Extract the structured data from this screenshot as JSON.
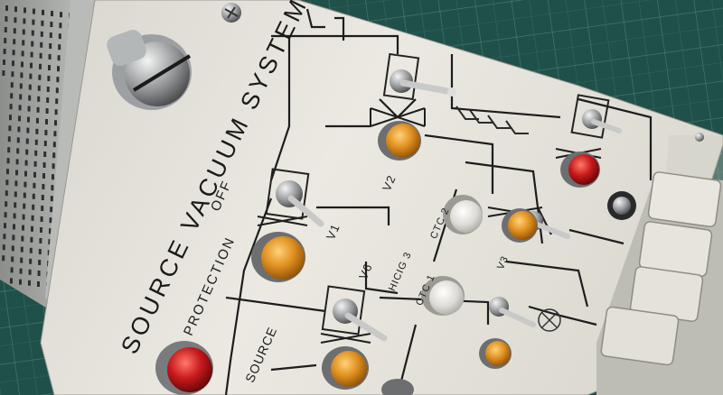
{
  "panel": {
    "title": "SOURCE VACUUM SYSTEM",
    "protection_label": "PROTECTION",
    "off_label": "OFF",
    "source_label": "SOURCE"
  },
  "schematic": {
    "v1": "V1",
    "v2": "V2",
    "v3": "V3",
    "v6": "V6",
    "ctc1": "CTC 1",
    "ctc2": "CTC 2",
    "hicig3": "HICIG 3"
  },
  "colors": {
    "cutting_mat": "#1f4f47",
    "panel": "#e6e4dc",
    "lamp_amber": "#d8891c",
    "lamp_red": "#c8191c",
    "lamp_clear": "#e4e2dc"
  }
}
